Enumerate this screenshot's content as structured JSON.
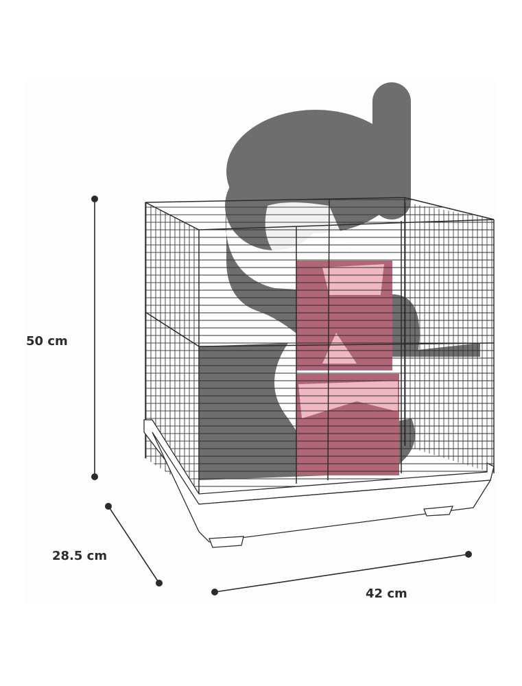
{
  "diagram": {
    "subject": "Hamster cage dimensions",
    "colors": {
      "silhouette": "#6e6e6e",
      "tube": "#b06676",
      "tube_light": "#f0b8c3",
      "wire": "#2f2a2a",
      "dimension_line": "#2b2b2b"
    },
    "dimensions": {
      "height": {
        "label": "50 cm",
        "value": 50,
        "unit": "cm"
      },
      "depth": {
        "label": "28.5 cm",
        "value": 28.5,
        "unit": "cm"
      },
      "width": {
        "label": "42 cm",
        "value": 42,
        "unit": "cm"
      }
    }
  }
}
